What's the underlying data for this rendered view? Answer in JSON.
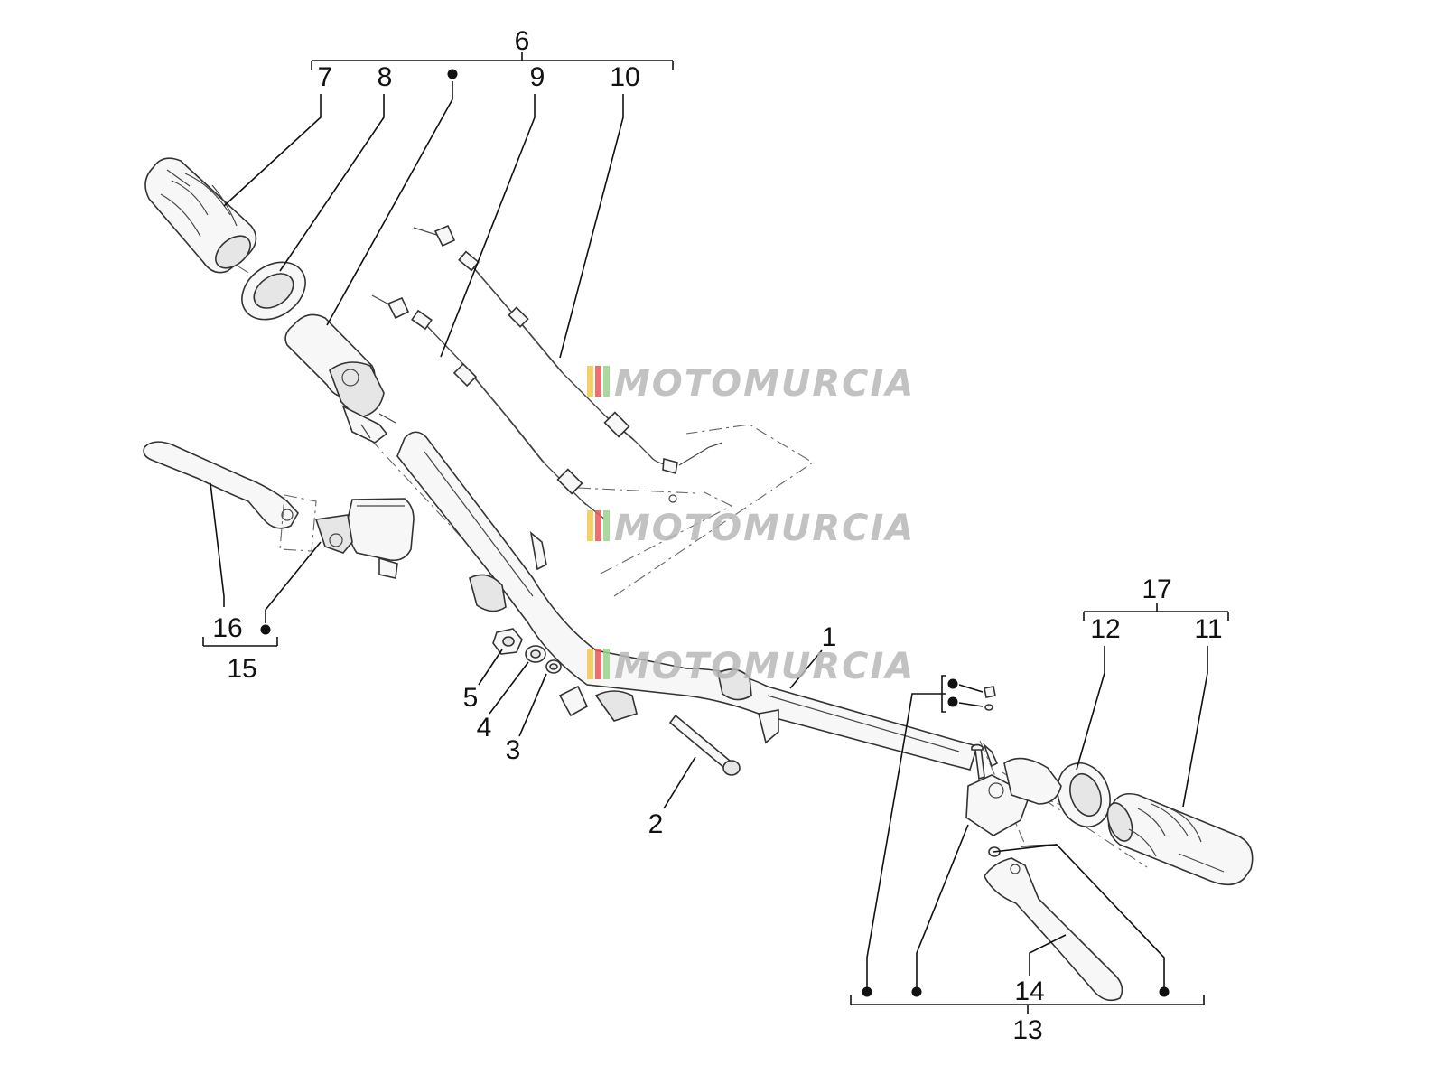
{
  "diagram": {
    "callouts": {
      "c1": "1",
      "c2": "2",
      "c3": "3",
      "c4": "4",
      "c5": "5",
      "c6": "6",
      "c7": "7",
      "c8": "8",
      "c9": "9",
      "c10": "10",
      "c11": "11",
      "c12": "12",
      "c13": "13",
      "c14": "14",
      "c15": "15",
      "c16": "16",
      "c17": "17"
    },
    "watermark": "MOTOMURCIA",
    "watermark_stripe_colors": [
      "#f2c94c",
      "#eb5757",
      "#9bd48a",
      "#cfcfcf"
    ]
  }
}
